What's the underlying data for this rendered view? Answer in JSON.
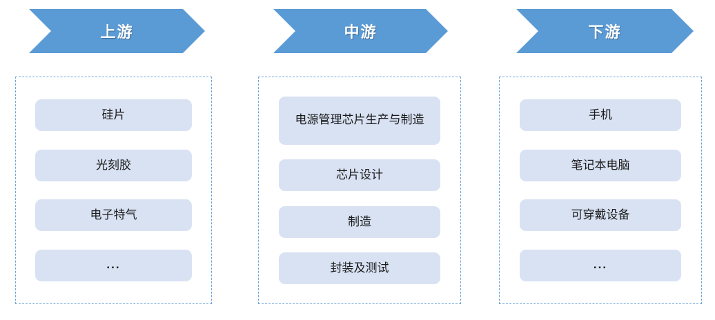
{
  "diagram": {
    "title": "industry-chain",
    "columns": [
      {
        "title": "上游",
        "items": [
          "硅片",
          "光刻胶",
          "电子特气",
          "..."
        ]
      },
      {
        "title": "中游",
        "items": [
          "电源管理芯片生产与制造",
          "芯片设计",
          "制造",
          "封装及测试"
        ]
      },
      {
        "title": "下游",
        "items": [
          "手机",
          "笔记本电脑",
          "可穿戴设备",
          "..."
        ]
      }
    ],
    "colors": {
      "arrow_fill": "#5B9BD5",
      "arrow_text": "#FFFFFF",
      "panel_dashed_border": "#6FA4D8",
      "item_fill": "#D9E2F3",
      "item_text": "#1A1A1A",
      "background": "#FFFFFF"
    }
  }
}
